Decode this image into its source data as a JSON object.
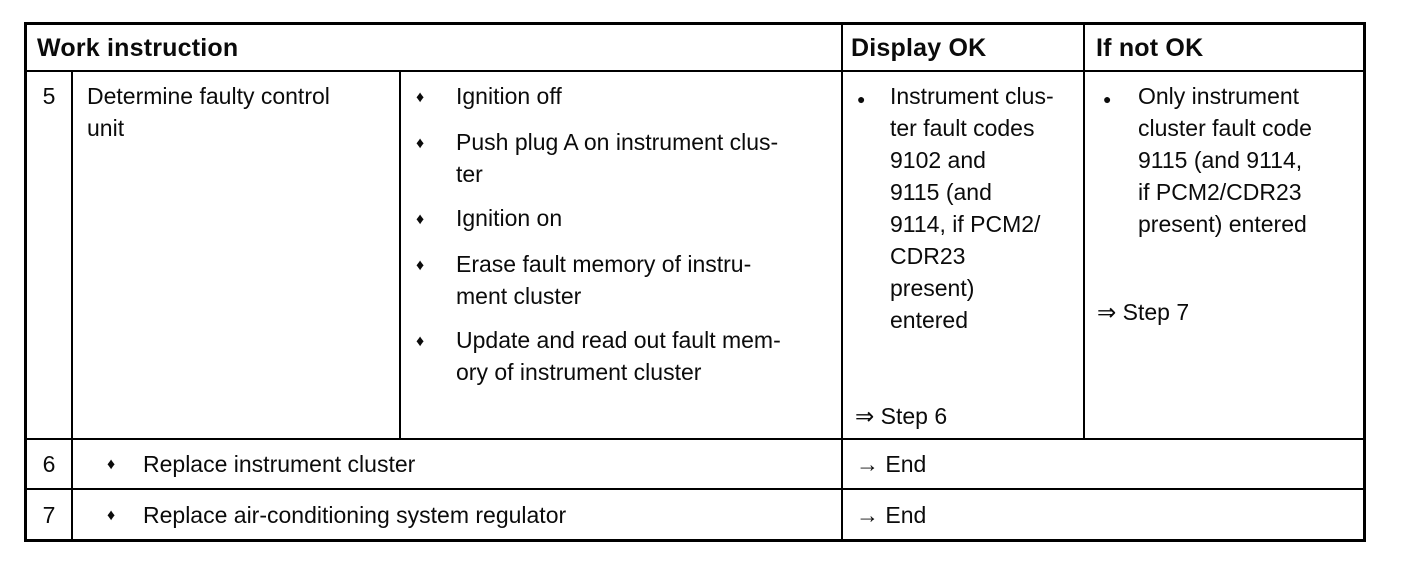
{
  "icons": {
    "diamond_bullet": "♦",
    "round_bullet": "●"
  },
  "table": {
    "header": {
      "work_instruction": "Work instruction",
      "display_ok": "Display OK",
      "if_not_ok": "If not OK"
    },
    "step5": {
      "number": "5",
      "title": "Determine faulty control\nunit",
      "actions": [
        "Ignition off",
        "Push plug A on instrument clus-\nter",
        "Ignition on",
        "Erase fault memory of instru-\nment cluster",
        " Update and read out fault mem-\nory of instrument cluster"
      ],
      "display_ok": {
        "result": "Instrument clus-\nter fault codes\n9102 and\n9115 (and\n9114, if PCM2/\nCDR23\npresent)\nentered",
        "goto": "⇒ Step 6"
      },
      "if_not_ok": {
        "result": "Only instrument\ncluster fault code\n9115 (and 9114,\nif PCM2/CDR23\npresent) entered",
        "goto": "⇒ Step 7"
      }
    },
    "step6": {
      "number": "6",
      "action": "Replace instrument cluster",
      "result": "→ End"
    },
    "step7": {
      "number": "7",
      "action": "Replace air-conditioning system regulator",
      "result": "→ End"
    }
  }
}
